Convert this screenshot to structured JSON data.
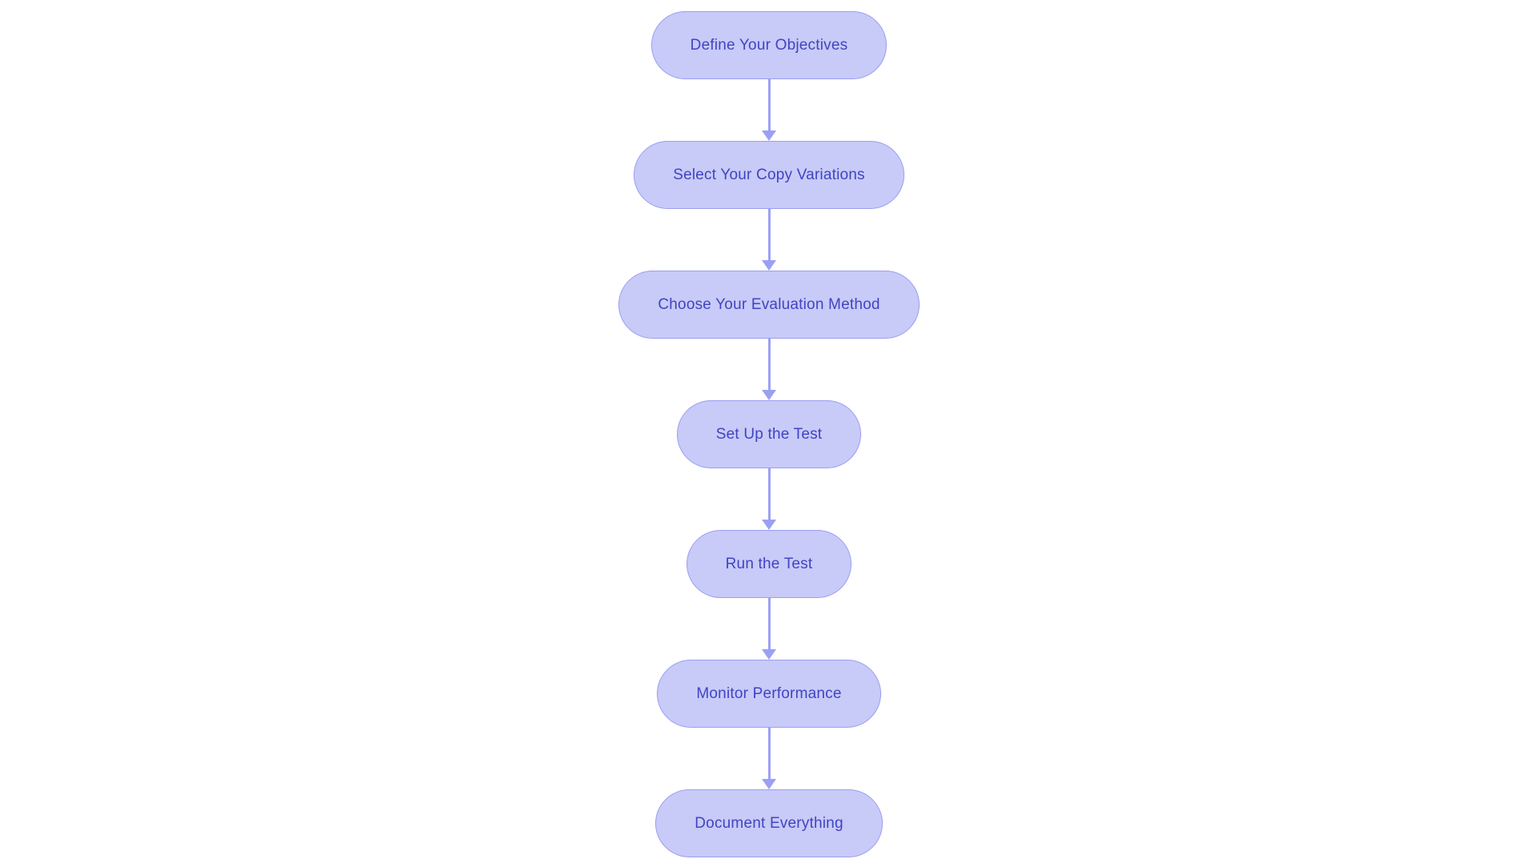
{
  "diagram": {
    "type": "flowchart",
    "direction": "top-down",
    "colors": {
      "background": "#ffffff",
      "node_fill": "#c8caf8",
      "node_border": "#9a9ef0",
      "node_text": "#3f45c1",
      "arrow": "#9ca0f2"
    },
    "nodes": [
      {
        "id": "define-objectives",
        "label": "Define Your Objectives"
      },
      {
        "id": "select-copy-variations",
        "label": "Select Your Copy Variations"
      },
      {
        "id": "choose-evaluation-method",
        "label": "Choose Your Evaluation Method"
      },
      {
        "id": "set-up-test",
        "label": "Set Up the Test"
      },
      {
        "id": "run-test",
        "label": "Run the Test"
      },
      {
        "id": "monitor-performance",
        "label": "Monitor Performance"
      },
      {
        "id": "document-everything",
        "label": "Document Everything"
      }
    ],
    "edges": [
      {
        "from": "define-objectives",
        "to": "select-copy-variations"
      },
      {
        "from": "select-copy-variations",
        "to": "choose-evaluation-method"
      },
      {
        "from": "choose-evaluation-method",
        "to": "set-up-test"
      },
      {
        "from": "set-up-test",
        "to": "run-test"
      },
      {
        "from": "run-test",
        "to": "monitor-performance"
      },
      {
        "from": "monitor-performance",
        "to": "document-everything"
      }
    ]
  }
}
